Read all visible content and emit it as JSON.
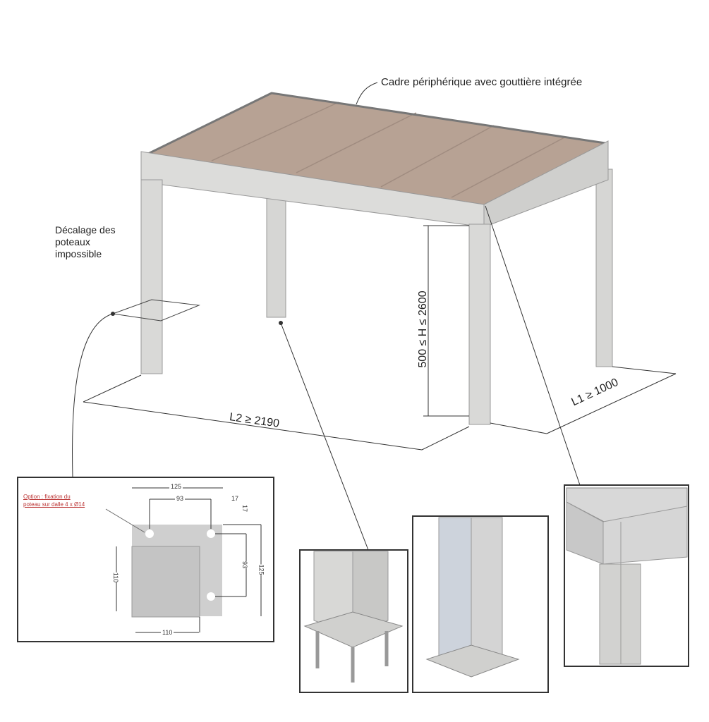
{
  "callouts": {
    "frame": "Cadre périphérique avec gouttière intégrée",
    "offset_line1": "Décalage des",
    "offset_line2": "poteaux",
    "offset_line3": "impossible"
  },
  "dimensions": {
    "height": "500 ≤ H ≤ 2600",
    "length2": "L2 ≥ 2190",
    "length1": "L1 ≥ 1000"
  },
  "base_plate": {
    "option_line1": "Option : fixation du",
    "option_line2": "poteau sur dalle 4 x Ø14",
    "top_width": "125",
    "hole_spacing_h": "93",
    "edge_h": "17",
    "edge_v": "17",
    "hole_spacing_v": "93",
    "total_height": "125",
    "inner_height": "110",
    "inner_width": "110"
  },
  "colors": {
    "roof": "#b7a294",
    "frame": "#d4d4d2",
    "line": "#333333"
  }
}
